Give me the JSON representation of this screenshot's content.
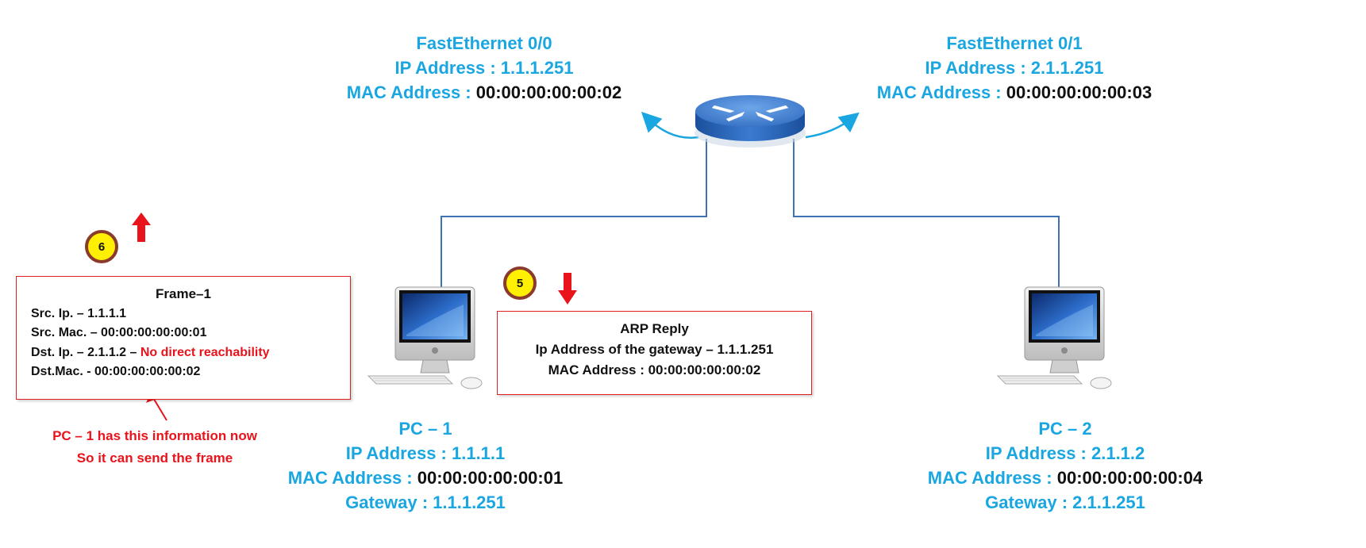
{
  "router": {
    "fa00": {
      "name": "FastEthernet 0/0",
      "ip": "IP Address : 1.1.1.251",
      "mac_label": "MAC Address : ",
      "mac": "00:00:00:00:00:02"
    },
    "fa01": {
      "name": "FastEthernet 0/1",
      "ip": "IP Address : 2.1.1.251",
      "mac_label": "MAC Address : ",
      "mac": "00:00:00:00:00:03"
    }
  },
  "pc1": {
    "name": "PC – 1",
    "ip": "IP Address : 1.1.1.1",
    "mac_label": "MAC Address : ",
    "mac": "00:00:00:00:00:01",
    "gateway": "Gateway : 1.1.1.251"
  },
  "pc2": {
    "name": "PC – 2",
    "ip": "IP Address : 2.1.1.2",
    "mac_label": "MAC Address : ",
    "mac": "00:00:00:00:00:04",
    "gateway": "Gateway : 2.1.1.251"
  },
  "step6": {
    "number": "6",
    "title": "Frame–1",
    "src_ip": "Src. Ip. – 1.1.1.1",
    "src_mac": "Src. Mac. – 00:00:00:00:00:01",
    "dst_ip": "Dst. Ip. – 2.1.1.2 – ",
    "dst_ip_note": "No direct reachability",
    "dst_mac": "Dst.Mac. - 00:00:00:00:00:02",
    "note_line1": "PC – 1 has this information now",
    "note_line2": "So it can send the frame"
  },
  "step5": {
    "number": "5",
    "title": "ARP Reply",
    "line1": "Ip Address of the gateway – 1.1.1.251",
    "line2": "MAC Address : 00:00:00:00:00:02"
  },
  "colors": {
    "label_blue": "#1aa6e0",
    "highlight_red": "#e8131b",
    "link_blue": "#3d72b5",
    "badge_yellow": "#ffef00"
  }
}
